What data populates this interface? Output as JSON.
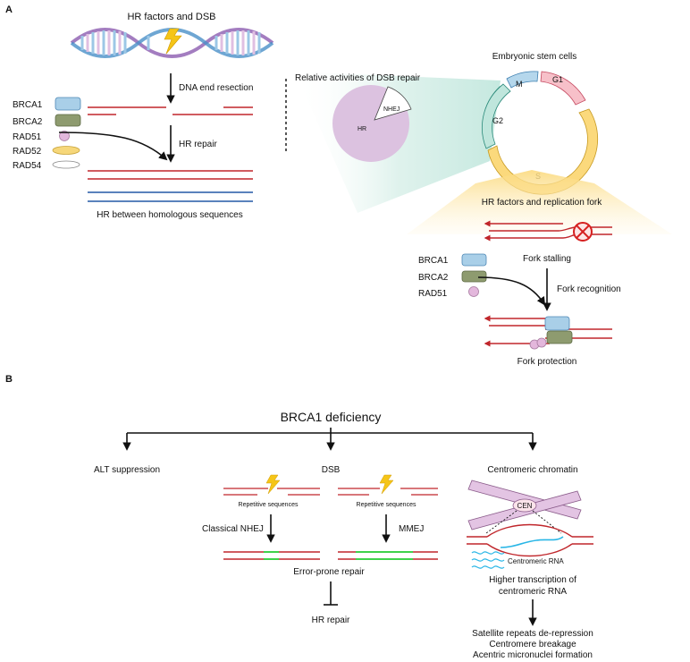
{
  "colors": {
    "dna_red": "#c0262b",
    "dna_blue": "#2458a6",
    "brca1": "#a9cfe8",
    "brca2": "#8e9b6f",
    "rad51": "#e3b7dc",
    "rad52": "#f6d77a",
    "rad54": "#ffffff",
    "cycle_m": "#b5d7ec",
    "cycle_g1": "#f7c0c9",
    "cycle_g2": "#bfe6dc",
    "cycle_s": "#fbd97c",
    "pie_hr": "#dcc2e0",
    "mmej_green": "#3fd24b",
    "centromeric_rna": "#29b6e6",
    "bolt": "#f5c518"
  },
  "panel_a": {
    "label": "A",
    "hr_title": "HR factors and DSB",
    "dna_end_resection": "DNA end resection",
    "hr_repair": "HR repair",
    "hr_between": "HR between homologous sequences",
    "legend": [
      "BRCA1",
      "BRCA2",
      "RAD51",
      "RAD52",
      "RAD54"
    ],
    "relative_activities": "Relative activities of DSB repair",
    "pie": {
      "hr_label": "HR",
      "nhej_label": "NHEJ"
    },
    "embryonic_stem_cells": "Embryonic stem cells",
    "cycle": {
      "m": "M",
      "g1": "G1",
      "g2": "G2",
      "s": "S"
    },
    "replication_title": "HR factors and replication fork",
    "fork_stalling": "Fork stalling",
    "fork_recognition": "Fork recognition",
    "fork_protection": "Fork protection",
    "fork_legend": [
      "BRCA1",
      "BRCA2",
      "RAD51"
    ]
  },
  "panel_b": {
    "label": "B",
    "title": "BRCA1 deficiency",
    "alt_suppression": "ALT suppression",
    "dsb": "DSB",
    "centromeric_chromatin": "Centromeric chromatin",
    "repetitive_sequences": "Repetitive sequences",
    "classical_nhej": "Classical NHEJ",
    "mmej": "MMEJ",
    "error_prone_repair": "Error-prone repair",
    "hr_repair": "HR repair",
    "cen": "CEN",
    "centromeric_rna": "Centromeric RNA",
    "higher_transcription_1": "Higher transcription of",
    "higher_transcription_2": "centromeric RNA",
    "outcomes": [
      "Satellite repeats de-repression",
      "Centromere breakage",
      "Acentric micronuclei formation"
    ]
  }
}
